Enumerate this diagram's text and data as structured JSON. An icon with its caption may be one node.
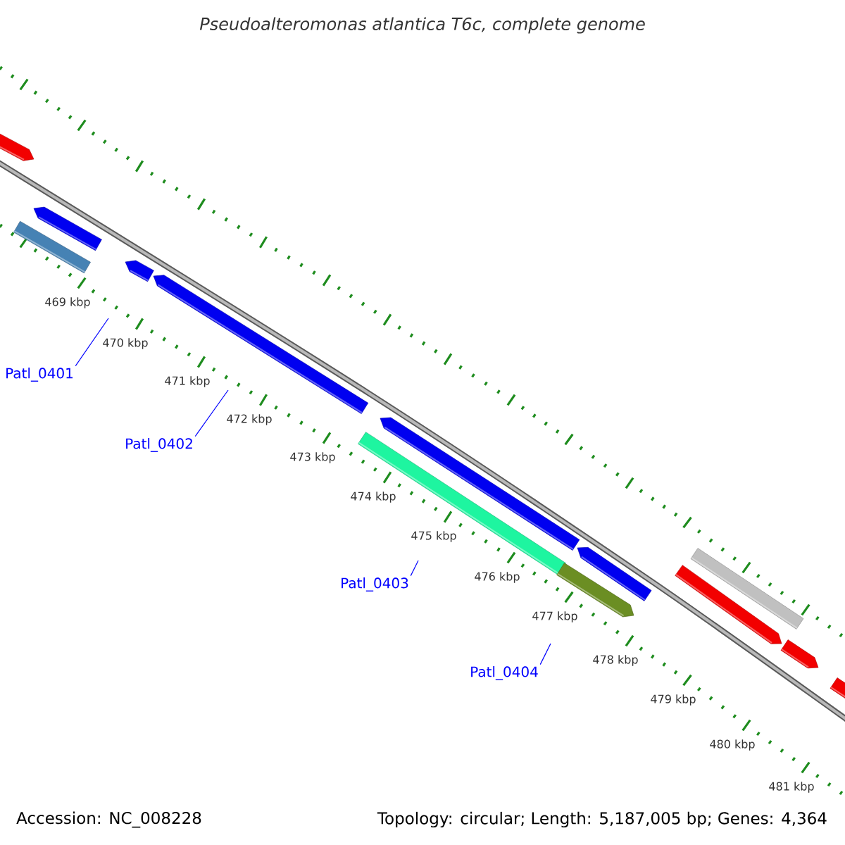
{
  "diagram": {
    "title": "Pseudoalteromonas atlantica T6c, complete genome",
    "nodes": [
      {
        "text": [
          "Patl_0401"
        ]
      },
      {
        "text": [
          "Patl_0402"
        ]
      },
      {
        "text": [
          "Patl_0403"
        ]
      },
      {
        "text": [
          "Patl_0404"
        ]
      }
    ],
    "edges": [
      {
        "from": 0,
        "to": null,
        "arrow": "none",
        "color": "#0000ff"
      },
      {
        "from": 1,
        "to": null,
        "arrow": "none",
        "color": "#0000ff"
      },
      {
        "from": 2,
        "to": null,
        "arrow": "none",
        "color": "#0000ff"
      },
      {
        "from": 3,
        "to": null,
        "arrow": "none",
        "color": "#0000ff"
      }
    ],
    "labels": [
      "469 kbp",
      "470 kbp",
      "471 kbp",
      "472 kbp",
      "473 kbp",
      "474 kbp",
      "475 kbp",
      "476 kbp",
      "477 kbp",
      "478 kbp",
      "479 kbp",
      "480 kbp",
      "481 kbp",
      "Accession: NC_008228",
      "Topology: circular; Length: 5,187,005 bp; Genes: 4,364"
    ]
  }
}
